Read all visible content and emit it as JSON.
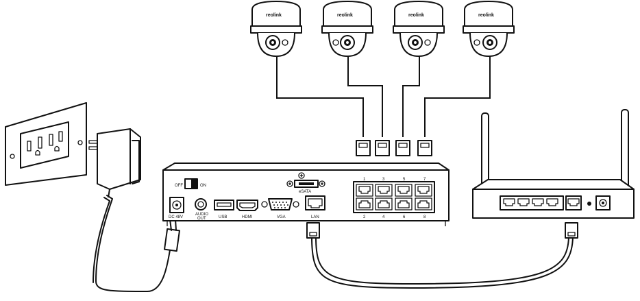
{
  "cameras": [
    {
      "brand": "reolink"
    },
    {
      "brand": "reolink"
    },
    {
      "brand": "reolink"
    },
    {
      "brand": "reolink"
    }
  ],
  "nvr": {
    "power_switch": {
      "off": "OFF",
      "on": "ON"
    },
    "ports": {
      "dc": "DC 48V",
      "audio_line1": "AUDIO",
      "audio_line2": "OUT",
      "usb": "USB",
      "hdmi": "HDMI",
      "vga": "VGA",
      "esata": "eSATA",
      "lan": "LAN"
    },
    "poe_top": [
      "1",
      "3",
      "5",
      "7"
    ],
    "poe_bottom": [
      "2",
      "4",
      "6",
      "8"
    ]
  }
}
